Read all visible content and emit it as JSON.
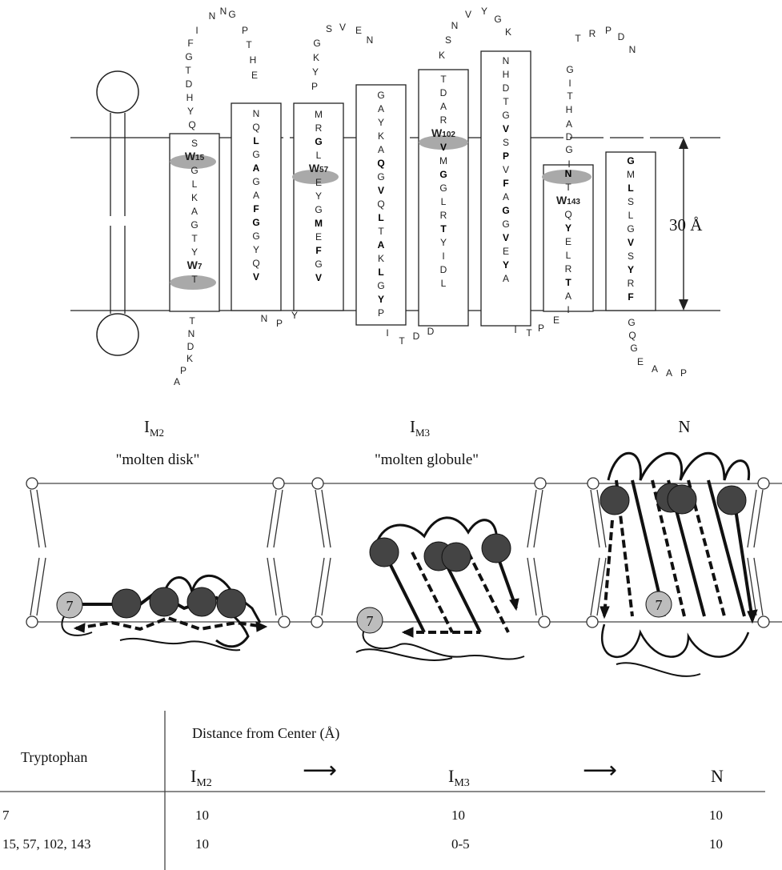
{
  "topology": {
    "strands": [
      {
        "id": "s1",
        "residues": "SW15GLKAGTYW7T",
        "bold": "WLATW",
        "mark_labels": [
          "W15",
          "W7"
        ]
      },
      {
        "id": "s2",
        "residues": "NQLGAGAFGGYQV",
        "bold": "LAFGV"
      },
      {
        "id": "s3",
        "residues": "MRGLW57EYGMEFGV",
        "bold": "GMFV",
        "mark_labels": [
          "W57"
        ]
      },
      {
        "id": "s4",
        "residues": "GAYKAQGVQLTAKLGYP",
        "bold": "QVLALY"
      },
      {
        "id": "s5",
        "residues": "TDARW102VMGGLRTYIDL",
        "bold": "VGT",
        "mark_labels": [
          "W102"
        ]
      },
      {
        "id": "s6",
        "residues": "NHDTGVSPVFAGGVEYA",
        "bold": "VPFGVY"
      },
      {
        "id": "s7",
        "residues": "NTW143QYELRTAI",
        "bold": "NYT",
        "mark_labels": [
          "W143"
        ]
      },
      {
        "id": "s8",
        "residues": "GMLSLGVSYRF",
        "bold": "GLVYF"
      }
    ],
    "loops": {
      "nterm": [
        "T",
        "N",
        "D",
        "K",
        "P",
        "A"
      ],
      "l1": [
        "Q",
        "Y",
        "H",
        "D",
        "T",
        "G",
        "F",
        "I",
        "N",
        "N",
        "G",
        "P",
        "T",
        "H",
        "E"
      ],
      "l2": [
        "N",
        "P",
        "Y"
      ],
      "l3": [
        "P",
        "Y",
        "K",
        "G",
        "S",
        "V",
        "E",
        "N"
      ],
      "l4": [
        "I",
        "T",
        "D",
        "D"
      ],
      "l5": [
        "K",
        "S",
        "N",
        "V",
        "Y",
        "G",
        "K"
      ],
      "l6": [
        "I",
        "T",
        "P",
        "E"
      ],
      "l7": [
        "I",
        "G",
        "D",
        "A",
        "H",
        "T",
        "I",
        "G",
        "T",
        "R",
        "P",
        "D",
        "N"
      ],
      "cterm": [
        "G",
        "Q",
        "G",
        "E",
        "A",
        "A",
        "P"
      ]
    },
    "thickness_label": "30 Å"
  },
  "states": [
    {
      "sub": "M2",
      "label": "\"molten disk\""
    },
    {
      "sub": "M3",
      "label": "\"molten globule\""
    },
    {
      "name": "N"
    }
  ],
  "trp_badge": "7",
  "table": {
    "col_header": "Tryptophan",
    "span_header": "Distance from Center (Å)",
    "states": [
      {
        "main": "I",
        "sub": "M2"
      },
      {
        "main": "I",
        "sub": "M3"
      },
      {
        "main": "N",
        "sub": ""
      }
    ],
    "arrow": "⟶",
    "rows": [
      {
        "trp": "7",
        "values": [
          "10",
          "10",
          "10"
        ]
      },
      {
        "trp": "15, 57, 102, 143",
        "values": [
          "10",
          "0-5",
          "10"
        ]
      }
    ]
  }
}
